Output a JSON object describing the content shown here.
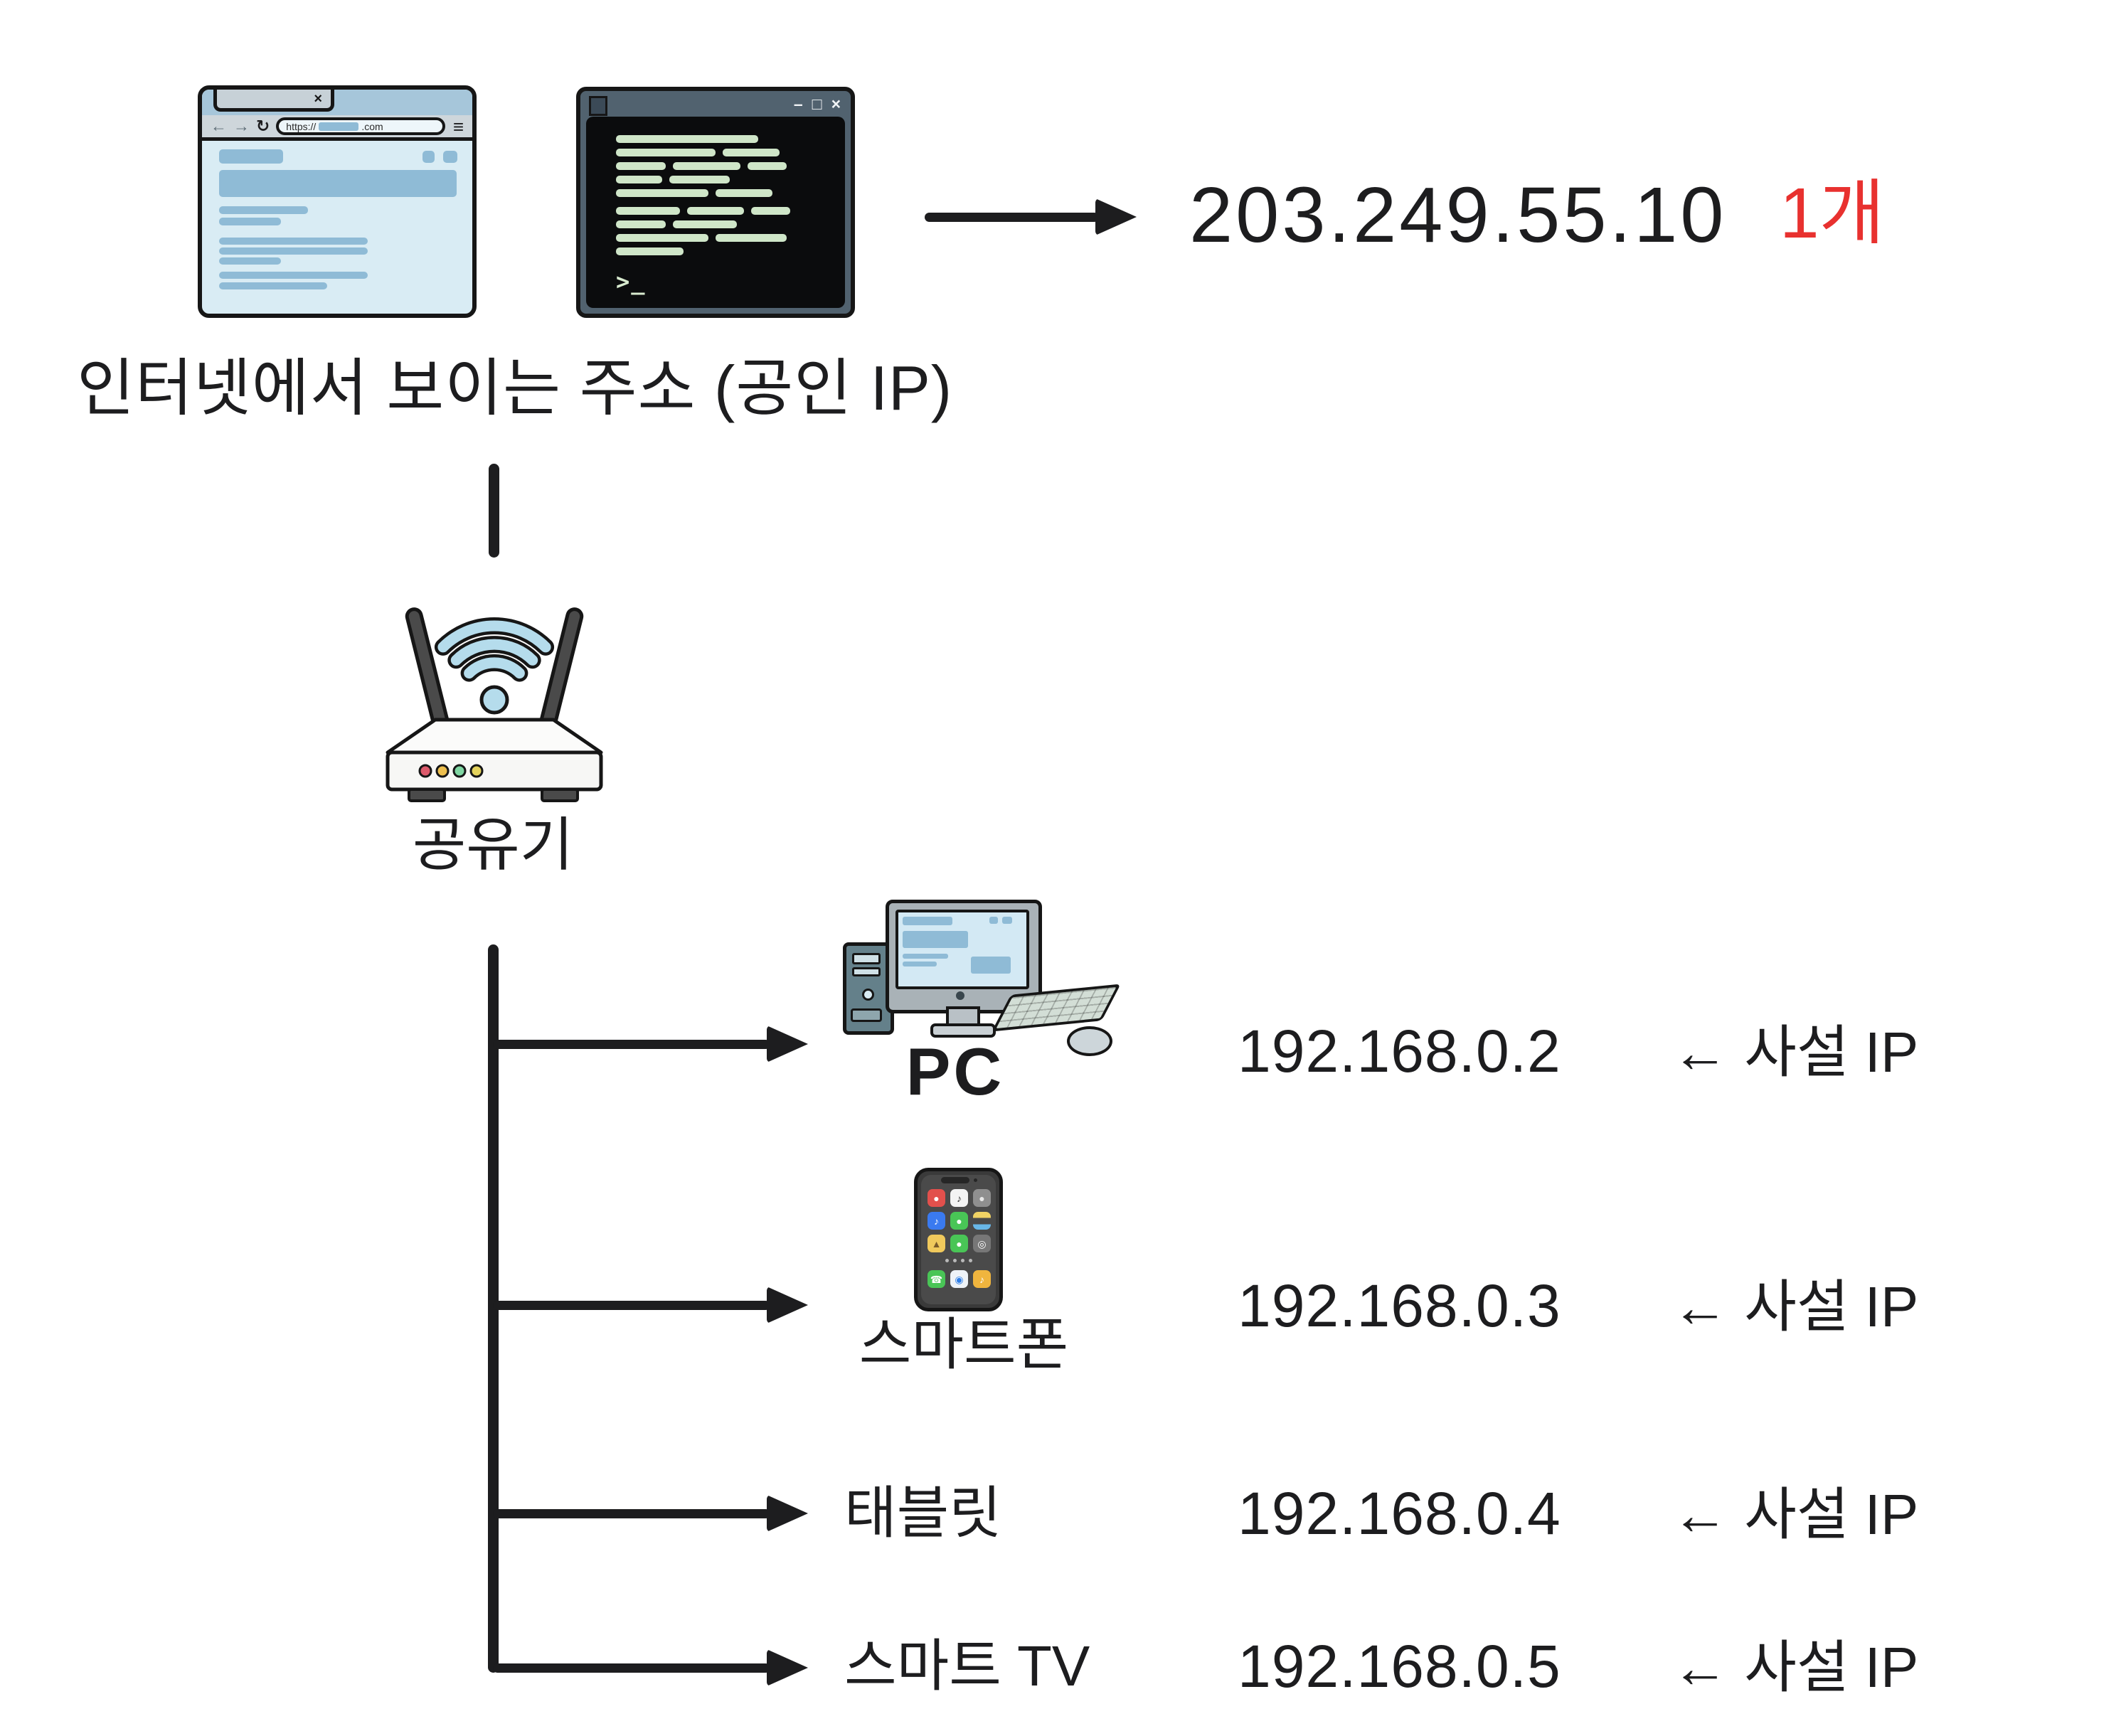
{
  "colors": {
    "ink": "#1d1d1f",
    "red_accent": "#e8312f",
    "content_blue": "#8fbbd6",
    "terminal_green": "#cfe6c8",
    "wifi_blue": "#b5dcec"
  },
  "public_section": {
    "caption": "인터넷에서 보이는 주소 (공인 IP)",
    "public_ip": "203.249.55.10",
    "count_label": "1개"
  },
  "browser": {
    "address_prefix": "https://",
    "address_suffix": ".com"
  },
  "terminal": {
    "prompt": ">_"
  },
  "icons": {
    "back": "←",
    "forward": "→",
    "reload": "↻",
    "menu": "≡",
    "tab_close": "×",
    "minimize": "–",
    "maximize": "□",
    "close": "×"
  },
  "router": {
    "label": "공유기"
  },
  "devices": [
    {
      "name": "PC",
      "ip": "192.168.0.2",
      "note": "← 사설 IP"
    },
    {
      "name": "스마트폰",
      "ip": "192.168.0.3",
      "note": "← 사설 IP"
    },
    {
      "name": "태블릿",
      "ip": "192.168.0.4",
      "note": "← 사설 IP"
    },
    {
      "name": "스마트 TV",
      "ip": "192.168.0.5",
      "note": "← 사설 IP"
    }
  ]
}
